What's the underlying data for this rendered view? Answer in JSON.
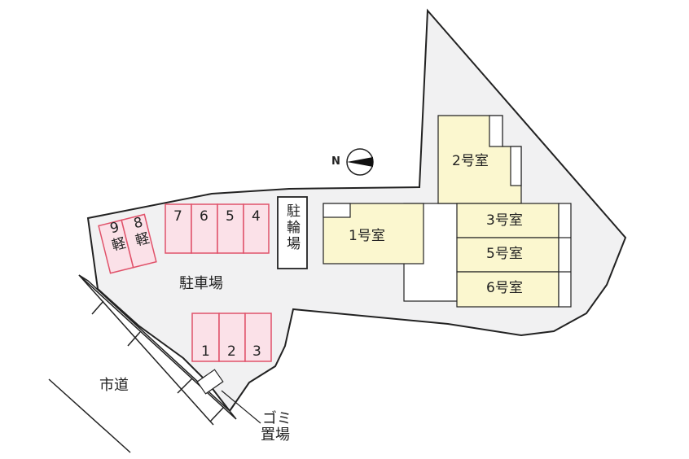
{
  "colors": {
    "lot_fill": "#f1f1f2",
    "outline": "#222222",
    "room_fill": "#fbf7cf",
    "parking_fill": "#fbe1e8",
    "parking_stroke": "#e0526a",
    "white_area": "#ffffff"
  },
  "compass": {
    "label": "N",
    "icon": "north-arrow-icon"
  },
  "rooms": [
    {
      "id": "room-1",
      "label": "1号室"
    },
    {
      "id": "room-2",
      "label": "2号室"
    },
    {
      "id": "room-3",
      "label": "3号室"
    },
    {
      "id": "room-5",
      "label": "5号室"
    },
    {
      "id": "room-6",
      "label": "6号室"
    }
  ],
  "parking": {
    "area_label": "駐車場",
    "top_row": [
      "7",
      "6",
      "5",
      "4"
    ],
    "bottom_row": [
      "1",
      "2",
      "3"
    ],
    "kei_spaces": [
      {
        "number": "9",
        "type": "軽"
      },
      {
        "number": "8",
        "type": "軽"
      }
    ]
  },
  "bicycle_parking": {
    "label": "駐輪場"
  },
  "garbage": {
    "label_line1": "ゴミ",
    "label_line2": "置場"
  },
  "road": {
    "label": "市道"
  }
}
